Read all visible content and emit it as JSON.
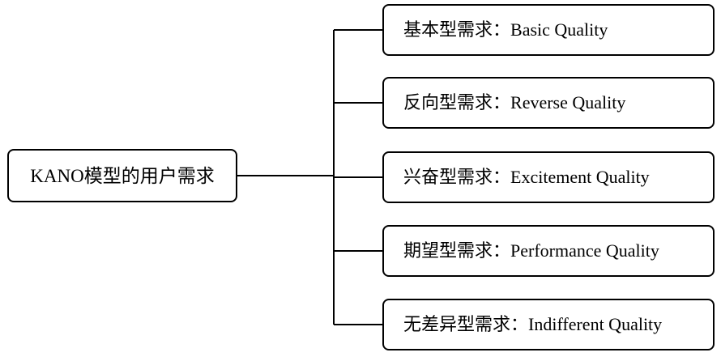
{
  "root": {
    "label": "KANO模型的用户需求"
  },
  "branches": [
    {
      "label_cn": "基本型需求：",
      "label_en": "Basic Quality"
    },
    {
      "label_cn": "反向型需求：",
      "label_en": "Reverse Quality"
    },
    {
      "label_cn": "兴奋型需求：",
      "label_en": "Excitement Quality"
    },
    {
      "label_cn": "期望型需求：",
      "label_en": "Performance Quality"
    },
    {
      "label_cn": "无差异型需求：",
      "label_en": "Indifferent Quality"
    }
  ]
}
